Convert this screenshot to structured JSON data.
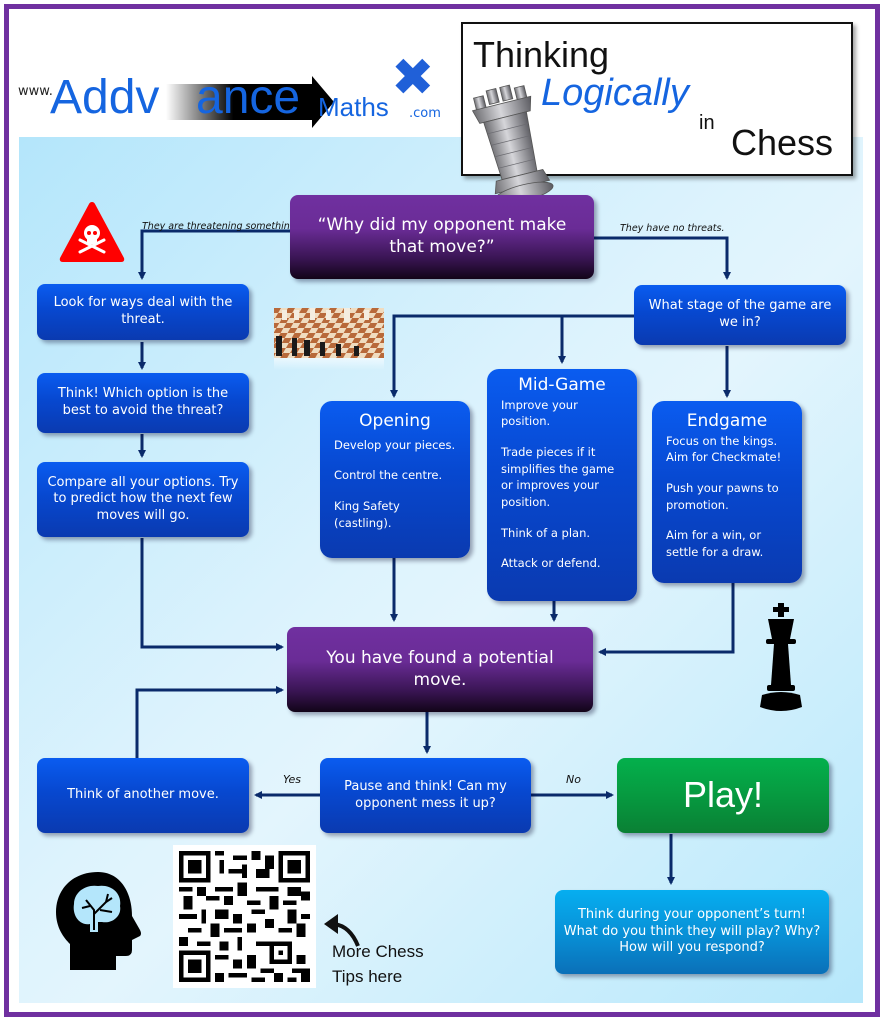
{
  "logo": {
    "www": "www.",
    "part1": "Addv",
    "part2": "ance",
    "part3": "Maths",
    "tld": ".com",
    "mark": "✖",
    "brand_color": "#1565e0"
  },
  "title": {
    "line1": "Thinking",
    "line2": "Logically",
    "line3": "in",
    "line4": "Chess",
    "accent_color": "#1565e0"
  },
  "flow": {
    "question": "“Why did my opponent make that move?”",
    "branch_threat_label": "They are threatening something.",
    "branch_no_threat_label": "They have no threats.",
    "threat_steps": [
      "Look for ways deal with the threat.",
      "Think! Which option is the best to avoid the threat?",
      "Compare all your options. Try to predict how the next few moves will go."
    ],
    "stage_question": "What stage of the game are we in?",
    "stages": [
      {
        "title": "Opening",
        "points": [
          "Develop your pieces.",
          "Control the centre.",
          "King Safety (castling)."
        ]
      },
      {
        "title": "Mid-Game",
        "points": [
          "Improve your position.",
          "Trade pieces if it simplifies the game or improves your position.",
          "Think of a plan.",
          "Attack or defend."
        ]
      },
      {
        "title": "Endgame",
        "points": [
          "Focus on the kings. Aim for Checkmate!",
          "Push your pawns to promotion.",
          "Aim for a win, or settle for a draw."
        ]
      }
    ],
    "found_move": "You have found a potential move.",
    "pause_check": "Pause and think! Can my opponent mess it up?",
    "yes_label": "Yes",
    "no_label": "No",
    "another_move": "Think of another move.",
    "play": "Play!",
    "opponent_turn": "Think during your opponent’s turn! What do you think they will play? Why? How will you respond?"
  },
  "footer": {
    "qr_caption_line1": "More Chess",
    "qr_caption_line2": "Tips here"
  },
  "icons": {
    "danger": "skull-crossbones-warning",
    "rook": "rook-piece",
    "king": "king-piece",
    "brain": "head-brain",
    "chessboard": "chessboard-photo",
    "qr": "qr-code",
    "arrow": "curved-arrow"
  },
  "colors": {
    "frame": "#7030a0",
    "blue_box": "#0748d0",
    "purple_box": "#7030a0",
    "green_box": "#06a044",
    "cyan_box": "#0892d8",
    "connector": "#0a2a6a",
    "danger_red": "#ff0000"
  }
}
